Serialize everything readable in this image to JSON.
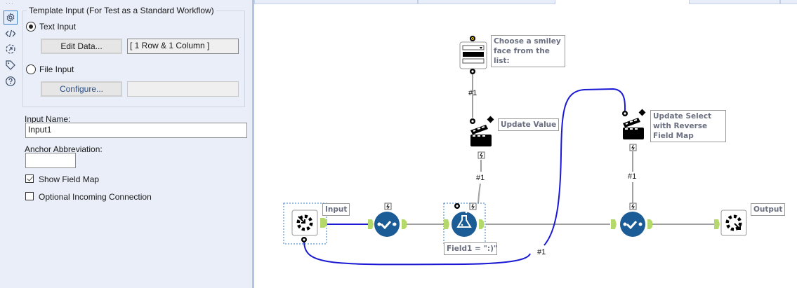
{
  "sidebar_icons": [
    {
      "name": "gear-icon",
      "label": "Configuration",
      "active": true
    },
    {
      "name": "code-icon",
      "label": "XML View"
    },
    {
      "name": "annotation-icon",
      "label": "Annotation"
    },
    {
      "name": "tag-icon",
      "label": "Meta Info"
    },
    {
      "name": "help-icon",
      "label": "Help"
    }
  ],
  "config": {
    "group_title": "Template Input (For Test as a Standard Workflow)",
    "text_input_label": "Text Input",
    "text_input_selected": true,
    "edit_data_label": "Edit Data...",
    "data_summary": "[ 1 Row & 1 Column ]",
    "file_input_label": "File Input",
    "file_input_selected": false,
    "configure_label": "Configure...",
    "file_path_value": "",
    "input_name_label": "Input Name:",
    "input_name_value": "Input1",
    "anchor_label": "Anchor Abbreviation:",
    "anchor_value": "",
    "show_field_map_label": "Show Field Map",
    "show_field_map_checked": true,
    "optional_incoming_label": "Optional Incoming Connection",
    "optional_incoming_checked": false
  },
  "canvas": {
    "tools": [
      {
        "id": "macro-input",
        "type": "Macro Input",
        "annotation": "Input"
      },
      {
        "id": "test-1",
        "type": "Test"
      },
      {
        "id": "formula-1",
        "type": "Formula",
        "annotation": "Field1 = \":)\""
      },
      {
        "id": "test-2",
        "type": "Test"
      },
      {
        "id": "macro-output",
        "type": "Macro Output",
        "annotation": "Output"
      },
      {
        "id": "dropdown",
        "type": "Drop Down",
        "annotation": "Choose a smiley face from the list:"
      },
      {
        "id": "action-1",
        "type": "Action",
        "annotation": "Update Value"
      },
      {
        "id": "action-2",
        "type": "Action",
        "annotation": "Update Select with Reverse Field Map"
      }
    ],
    "connection_labels": {
      "dropdown_to_action1": "#1",
      "action1_to_formula": "#1",
      "action2_to_test2": "#1",
      "input_to_action2": "#1"
    },
    "colors": {
      "tool_blue": "#1c5c96",
      "anchor_green": "#b5d86a",
      "interface_connection": "#1a1ad4",
      "data_connection": "#a0a0a0",
      "selection": "#2f7bc0"
    }
  }
}
